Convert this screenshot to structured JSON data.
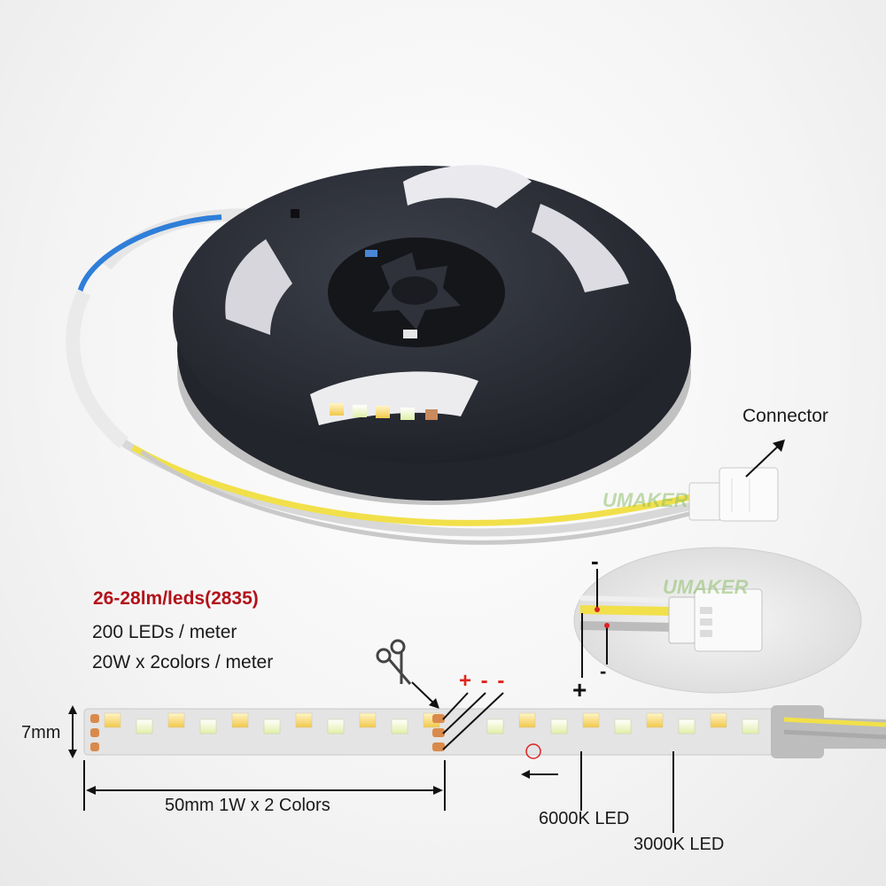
{
  "brand": {
    "watermark": "UMAKER",
    "watermark2": "UMAKER"
  },
  "specs": {
    "headline": "26-28lm/leds(2835)",
    "line1": "200 LEDs / meter",
    "line2": "20W x 2colors / meter"
  },
  "labels": {
    "connector": "Connector",
    "width": "7mm",
    "segment": "50mm 1W x 2 Colors",
    "led_cool": "6000K LED",
    "led_warm": "3000K LED",
    "cut_polarity": "+ - -",
    "wire_minus": "-",
    "wire_plus": "+",
    "wire_minus_small": "-"
  },
  "colors": {
    "headline": "#b3121a",
    "polarity": "#e0261e",
    "reel": "#2b2e36",
    "wire_yellow": "#f1e04a",
    "wire_blue": "#2f7ed8"
  }
}
